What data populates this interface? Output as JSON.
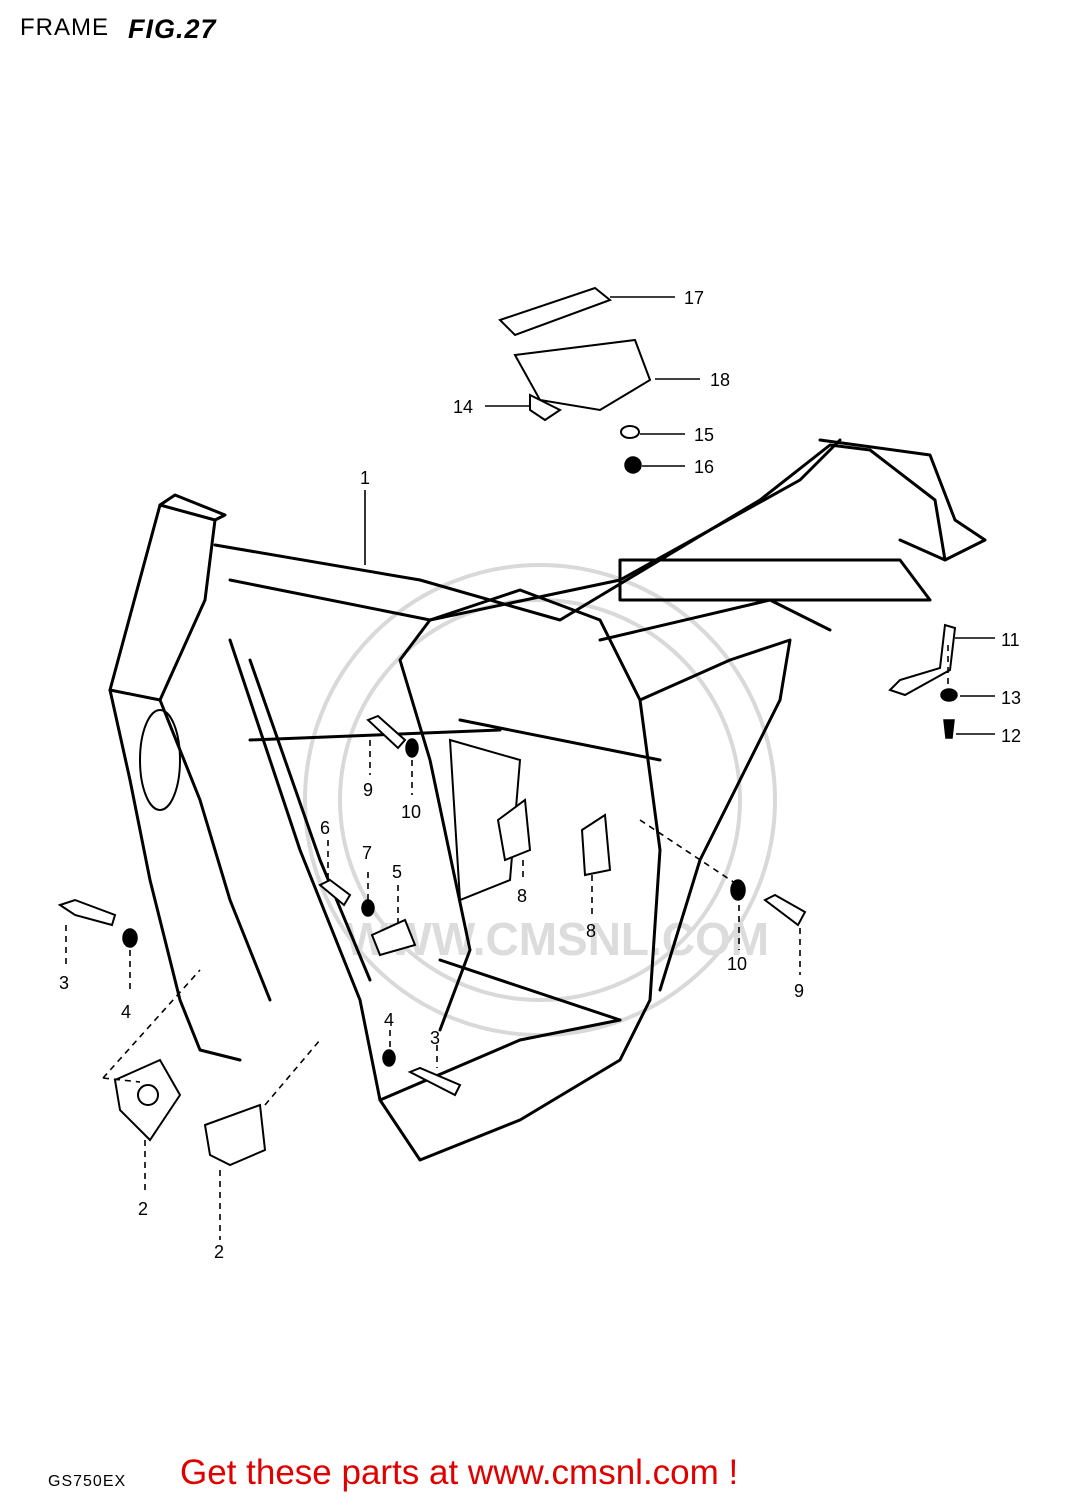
{
  "header": {
    "section": "FRAME",
    "figure": "FIG.27"
  },
  "model_code": "GS750EX",
  "promo_text": "Get these parts at www.cmsnl.com !",
  "watermark_text": "WWW.CMSNL.COM",
  "callouts": [
    "1",
    "2",
    "2",
    "3",
    "3",
    "4",
    "4",
    "5",
    "6",
    "7",
    "8",
    "8",
    "9",
    "9",
    "10",
    "10",
    "11",
    "12",
    "13",
    "14",
    "15",
    "16",
    "17",
    "18"
  ],
  "colors": {
    "promo": "#e00000",
    "line": "#000000",
    "watermark": "#d9d9d9"
  }
}
